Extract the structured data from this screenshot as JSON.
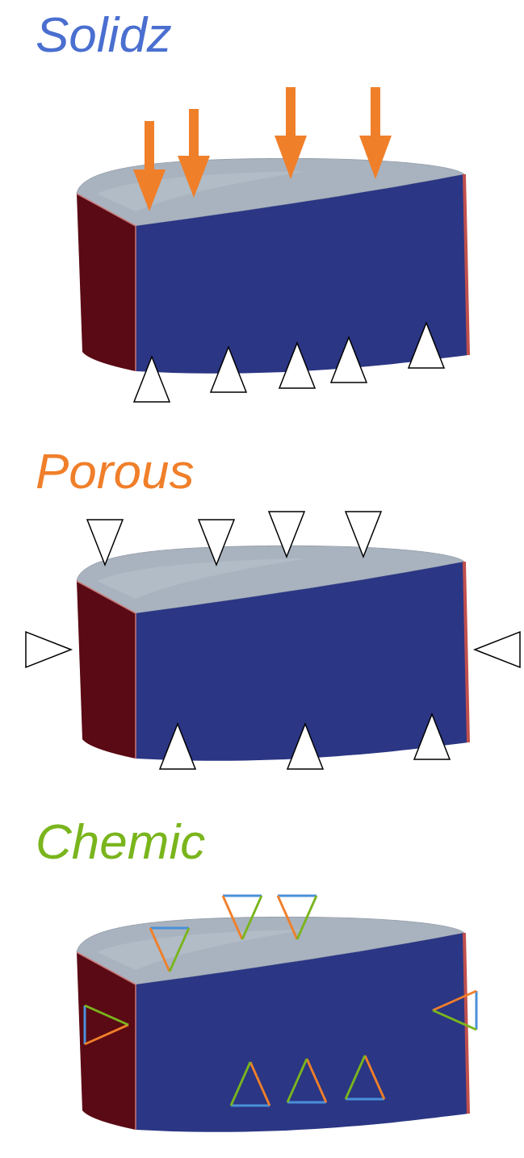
{
  "diagram": {
    "labels": [
      "Solidz",
      "Porous",
      "Chemic"
    ]
  }
}
